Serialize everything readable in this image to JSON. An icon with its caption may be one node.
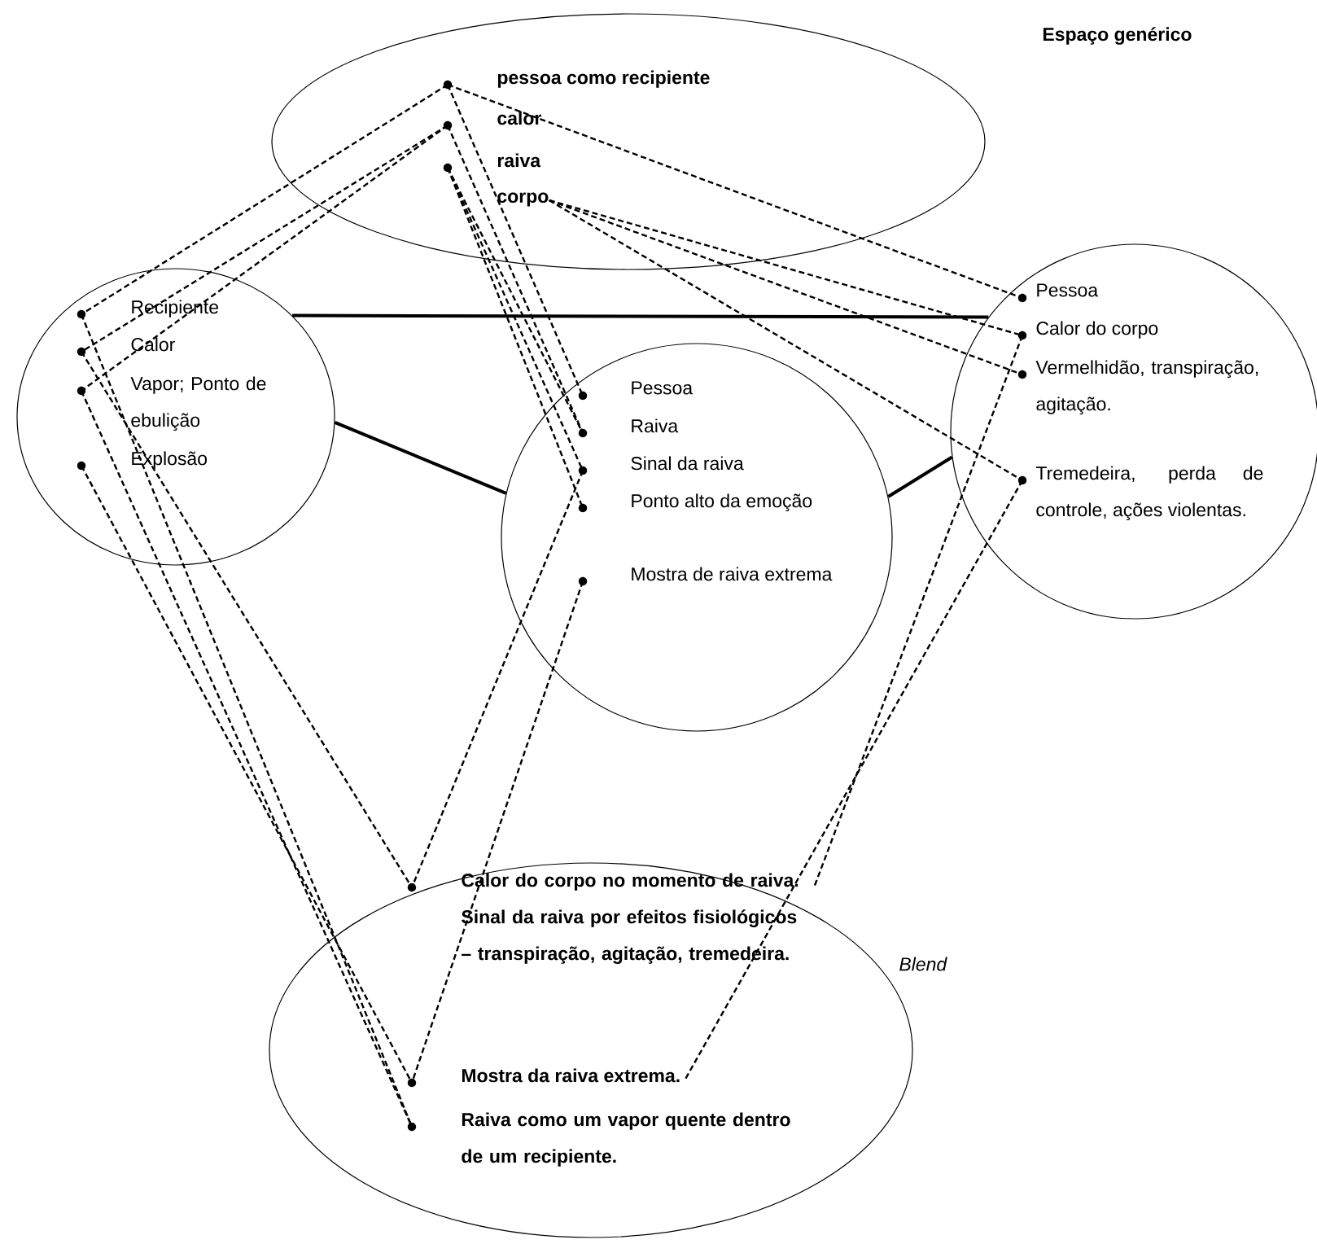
{
  "diagram": {
    "nodes": [
      {
        "text": [
          "Espaço genérico"
        ]
      },
      {
        "text": [
          "pessoa como recipiente"
        ],
        "in": 0
      },
      {
        "text": [
          "calor"
        ],
        "in": 0
      },
      {
        "text": [
          "raiva"
        ],
        "in": 0
      },
      {
        "text": [
          "corpo"
        ],
        "in": 0
      },
      {
        "text": [],
        "shape": "circle"
      },
      {
        "text": [
          "Recipiente"
        ],
        "in": 5
      },
      {
        "text": [
          "Calor"
        ],
        "in": 5
      },
      {
        "text": [
          "Vapor; Ponto de ebulição"
        ],
        "in": 5
      },
      {
        "text": [
          "Explosão"
        ],
        "in": 5
      },
      {
        "text": [],
        "shape": "circle"
      },
      {
        "text": [
          "Pessoa"
        ],
        "in": 10
      },
      {
        "text": [
          "Raiva"
        ],
        "in": 10
      },
      {
        "text": [
          "Sinal da raiva"
        ],
        "in": 10
      },
      {
        "text": [
          "Ponto alto da emoção"
        ],
        "in": 10
      },
      {
        "text": [
          "Mostra de raiva extrema"
        ],
        "in": 10
      },
      {
        "text": [],
        "shape": "circle"
      },
      {
        "text": [
          "Pessoa"
        ],
        "in": 16
      },
      {
        "text": [
          "Calor do corpo"
        ],
        "in": 16
      },
      {
        "text": [
          "Vermelhidão, transpiração, agitação."
        ],
        "in": 16
      },
      {
        "text": [
          "Tremedeira, perda de controle, ações violentas."
        ],
        "in": 16
      },
      {
        "text": [
          "Blend"
        ]
      },
      {
        "text": [
          "Calor do corpo no momento de raiva. Sinal da raiva por efeitos fisiológicos – transpiração, agitação, tremedeira."
        ],
        "in": 21
      },
      {
        "text": [
          "Mostra da raiva extrema."
        ],
        "in": 21
      },
      {
        "text": [
          "Raiva como um vapor quente dentro de um recipiente."
        ],
        "in": 21
      }
    ],
    "edges": [
      {
        "from": 5,
        "to": 16,
        "arrow": "none"
      },
      {
        "from": 5,
        "to": 10,
        "arrow": "none"
      },
      {
        "from": 10,
        "to": 16,
        "arrow": "none"
      },
      {
        "from": 1,
        "to": 6,
        "arrow": "none",
        "style": "dashed"
      },
      {
        "from": 1,
        "to": 11,
        "arrow": "none",
        "style": "dashed"
      },
      {
        "from": 1,
        "to": 17,
        "arrow": "none",
        "style": "dashed"
      },
      {
        "from": 2,
        "to": 7,
        "arrow": "none",
        "style": "dashed"
      },
      {
        "from": 2,
        "to": 8,
        "arrow": "none",
        "style": "dashed"
      },
      {
        "from": 2,
        "to": 12,
        "arrow": "none",
        "style": "dashed"
      },
      {
        "from": 3,
        "to": 12,
        "arrow": "none",
        "style": "dashed"
      },
      {
        "from": 3,
        "to": 13,
        "arrow": "none",
        "style": "dashed"
      },
      {
        "from": 3,
        "to": 14,
        "arrow": "none",
        "style": "dashed"
      },
      {
        "from": 4,
        "to": 18,
        "arrow": "none",
        "style": "dashed"
      },
      {
        "from": 4,
        "to": 19,
        "arrow": "none",
        "style": "dashed"
      },
      {
        "from": 4,
        "to": 20,
        "arrow": "none",
        "style": "dashed"
      },
      {
        "from": 6,
        "to": 24,
        "arrow": "none",
        "style": "dashed"
      },
      {
        "from": 8,
        "to": 24,
        "arrow": "none",
        "style": "dashed"
      },
      {
        "from": 7,
        "to": 22,
        "arrow": "none",
        "style": "dashed"
      },
      {
        "from": 9,
        "to": 23,
        "arrow": "none",
        "style": "dashed"
      },
      {
        "from": 13,
        "to": 22,
        "arrow": "none",
        "style": "dashed"
      },
      {
        "from": 15,
        "to": 23,
        "arrow": "none",
        "style": "dashed"
      },
      {
        "from": 18,
        "to": 22,
        "arrow": "none",
        "style": "dashed"
      },
      {
        "from": 20,
        "to": 23,
        "arrow": "none",
        "style": "dashed"
      }
    ]
  }
}
